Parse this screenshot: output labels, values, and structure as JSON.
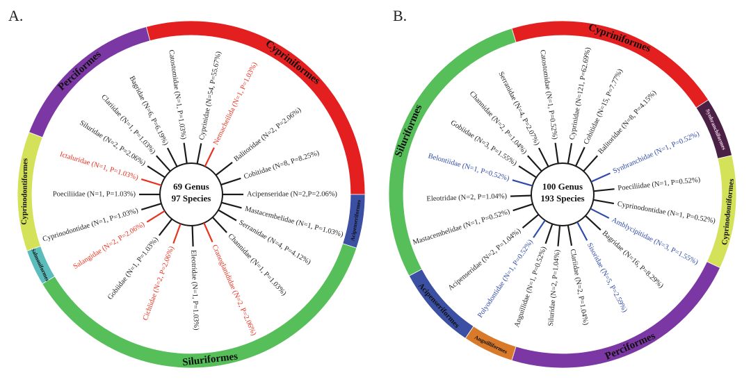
{
  "colors": {
    "default_text": "#222222",
    "highlight_a": "#e8311f",
    "highlight_b": "#2f4aa8",
    "branch": "#1a1a1a",
    "order_colors": {
      "Cypriniformes": "#e41f1f",
      "Acipenseriformes": "#3b4fa3",
      "Siluriformes": "#56bf5a",
      "Salmoniformes": "#5bbcbc",
      "Cyprinodontiformes": "#d4e25a",
      "Perciformes": "#7b37a3",
      "Synbranchiformes": "#4a2045",
      "Anguilliformes": "#d97a2b"
    }
  },
  "panels": [
    {
      "label": "A.",
      "center_line1": "69 Genus",
      "center_line2": "97 Species",
      "ring": [
        {
          "order": "Cypriniformes",
          "from": 345,
          "to": 90
        },
        {
          "order": "Acipenseriformes",
          "from": 90,
          "to": 108
        },
        {
          "order": "Siluriformes",
          "from": 108,
          "to": 239
        },
        {
          "order": "Salmoniformes",
          "from": 239,
          "to": 251
        },
        {
          "order": "Cyprinodontiformes",
          "from": 251,
          "to": 291
        },
        {
          "order": "Perciformes",
          "from": 291,
          "to": 345
        }
      ],
      "leaves": [
        {
          "label": "Cyprinidae (N=54, P=55.67%)",
          "angle": 11,
          "highlight": false
        },
        {
          "label": "Nemacheilida (N=1, P=1.03%)",
          "angle": 26,
          "highlight": true
        },
        {
          "label": "Balitoridae (N=2, P=2.06%)",
          "angle": 52,
          "highlight": false
        },
        {
          "label": "Cobitidae (N=8, P=8.25%)",
          "angle": 72,
          "highlight": false
        },
        {
          "label": "Acipenseridae (N=2,P=2.06%)",
          "angle": 90,
          "highlight": false
        },
        {
          "label": "Mastacembelidae (N=1, P=1.03%)",
          "angle": 105,
          "highlight": false
        },
        {
          "label": "Serranidae (N=4, P=4.12%)",
          "angle": 120,
          "highlight": false
        },
        {
          "label": "Channidae (N=1, P=1.03%)",
          "angle": 137,
          "highlight": false
        },
        {
          "label": "Cranoglanididae (N=2, P=2.06%)",
          "angle": 156,
          "highlight": true
        },
        {
          "label": "Eleotridae (N=1, P=1.03%)",
          "angle": 178,
          "highlight": false
        },
        {
          "label": "Cichlidae (N=2, P=2.06%)",
          "angle": 200,
          "highlight": true
        },
        {
          "label": "Gobiidae (N=1, P=1.03%)",
          "angle": 218,
          "highlight": false
        },
        {
          "label": "Salangidae (N=2, P=2.06%)",
          "angle": 238,
          "highlight": true
        },
        {
          "label": "Cyprinodontidae (N=1, P=1.03%)",
          "angle": 253,
          "highlight": false
        },
        {
          "label": "Poeciliidae (N=1, P=1.03%)",
          "angle": 270,
          "highlight": false
        },
        {
          "label": "Ictaluridae (N=1, P=1.03%)",
          "angle": 287,
          "highlight": true
        },
        {
          "label": "Siluridae (N=2, P=2.06%)",
          "angle": 303,
          "highlight": false
        },
        {
          "label": "Clariidae (N=1, P=1.03%)",
          "angle": 318,
          "highlight": false
        },
        {
          "label": "Bagridae (N=6, P=6.19%)",
          "angle": 333,
          "highlight": false
        },
        {
          "label": "Catostomidae (N=1, P=1.03%)",
          "angle": 352,
          "highlight": false
        }
      ]
    },
    {
      "label": "B.",
      "center_line1": "100 Genus",
      "center_line2": "193 Species",
      "ring": [
        {
          "order": "Cypriniformes",
          "from": 343,
          "to": 57
        },
        {
          "order": "Synbranchiformes",
          "from": 57,
          "to": 77
        },
        {
          "order": "Cyprinodontiformes",
          "from": 77,
          "to": 115
        },
        {
          "order": "Perciformes",
          "from": 115,
          "to": 197
        },
        {
          "order": "Anguilliformes",
          "from": 197,
          "to": 214
        },
        {
          "order": "Acipenseriformes",
          "from": 214,
          "to": 242
        },
        {
          "order": "Siluriformes",
          "from": 242,
          "to": 343
        }
      ],
      "leaves": [
        {
          "label": "Cyprinidae (N=121, P=62.69%)",
          "angle": 10,
          "highlight": false
        },
        {
          "label": "Cobitidae (N=15, P=7.77%)",
          "angle": 25,
          "highlight": false
        },
        {
          "label": "Balitoridae (N=8, P=4.15%)",
          "angle": 42,
          "highlight": false
        },
        {
          "label": "Synbranchidae (N=1, P=0.52%)",
          "angle": 66,
          "highlight": true
        },
        {
          "label": "Poeciliidae (N=1, P=0.52%)",
          "angle": 84,
          "highlight": false
        },
        {
          "label": "Cyprinodontidae (N=1, P=0.52%)",
          "angle": 100,
          "highlight": false
        },
        {
          "label": "Amblycipitidae (N=3, P=1.55%)",
          "angle": 117,
          "highlight": true
        },
        {
          "label": "Bagridae (N=16, P=8.29%)",
          "angle": 133,
          "highlight": false
        },
        {
          "label": "Sisoridae (N=5, P=2.59%)",
          "angle": 152,
          "highlight": true
        },
        {
          "label": "Clariidae (N=2, P=1.04%)",
          "angle": 170,
          "highlight": false
        },
        {
          "label": "Siluridae (N=2, P=1.04%)",
          "angle": 185,
          "highlight": false
        },
        {
          "label": "Anguillidae (N=1, P=0.52%)",
          "angle": 199,
          "highlight": false
        },
        {
          "label": "Polyodontidae (N=1, P=0.52%)",
          "angle": 214,
          "highlight": true
        },
        {
          "label": "Acipenseridae (N=2, P=1.04%)",
          "angle": 230,
          "highlight": false
        },
        {
          "label": "Mastacembelidae (N=1, P=0.52%)",
          "angle": 252,
          "highlight": false
        },
        {
          "label": "Eleotridae (N=2, P=1.04%)",
          "angle": 268,
          "highlight": false
        },
        {
          "label": "Belontiidae (N=1, P=0.52%)",
          "angle": 286,
          "highlight": true
        },
        {
          "label": "Gobiidae (N=3, P=1.55%)",
          "angle": 303,
          "highlight": false
        },
        {
          "label": "Channidae (N=2, P=1.04%)",
          "angle": 318,
          "highlight": false
        },
        {
          "label": "Serranidae (N=4, P=2.07%)",
          "angle": 333,
          "highlight": false
        },
        {
          "label": "Catostomidae (N=1, P=0.52%)",
          "angle": 352,
          "highlight": false
        }
      ]
    }
  ]
}
